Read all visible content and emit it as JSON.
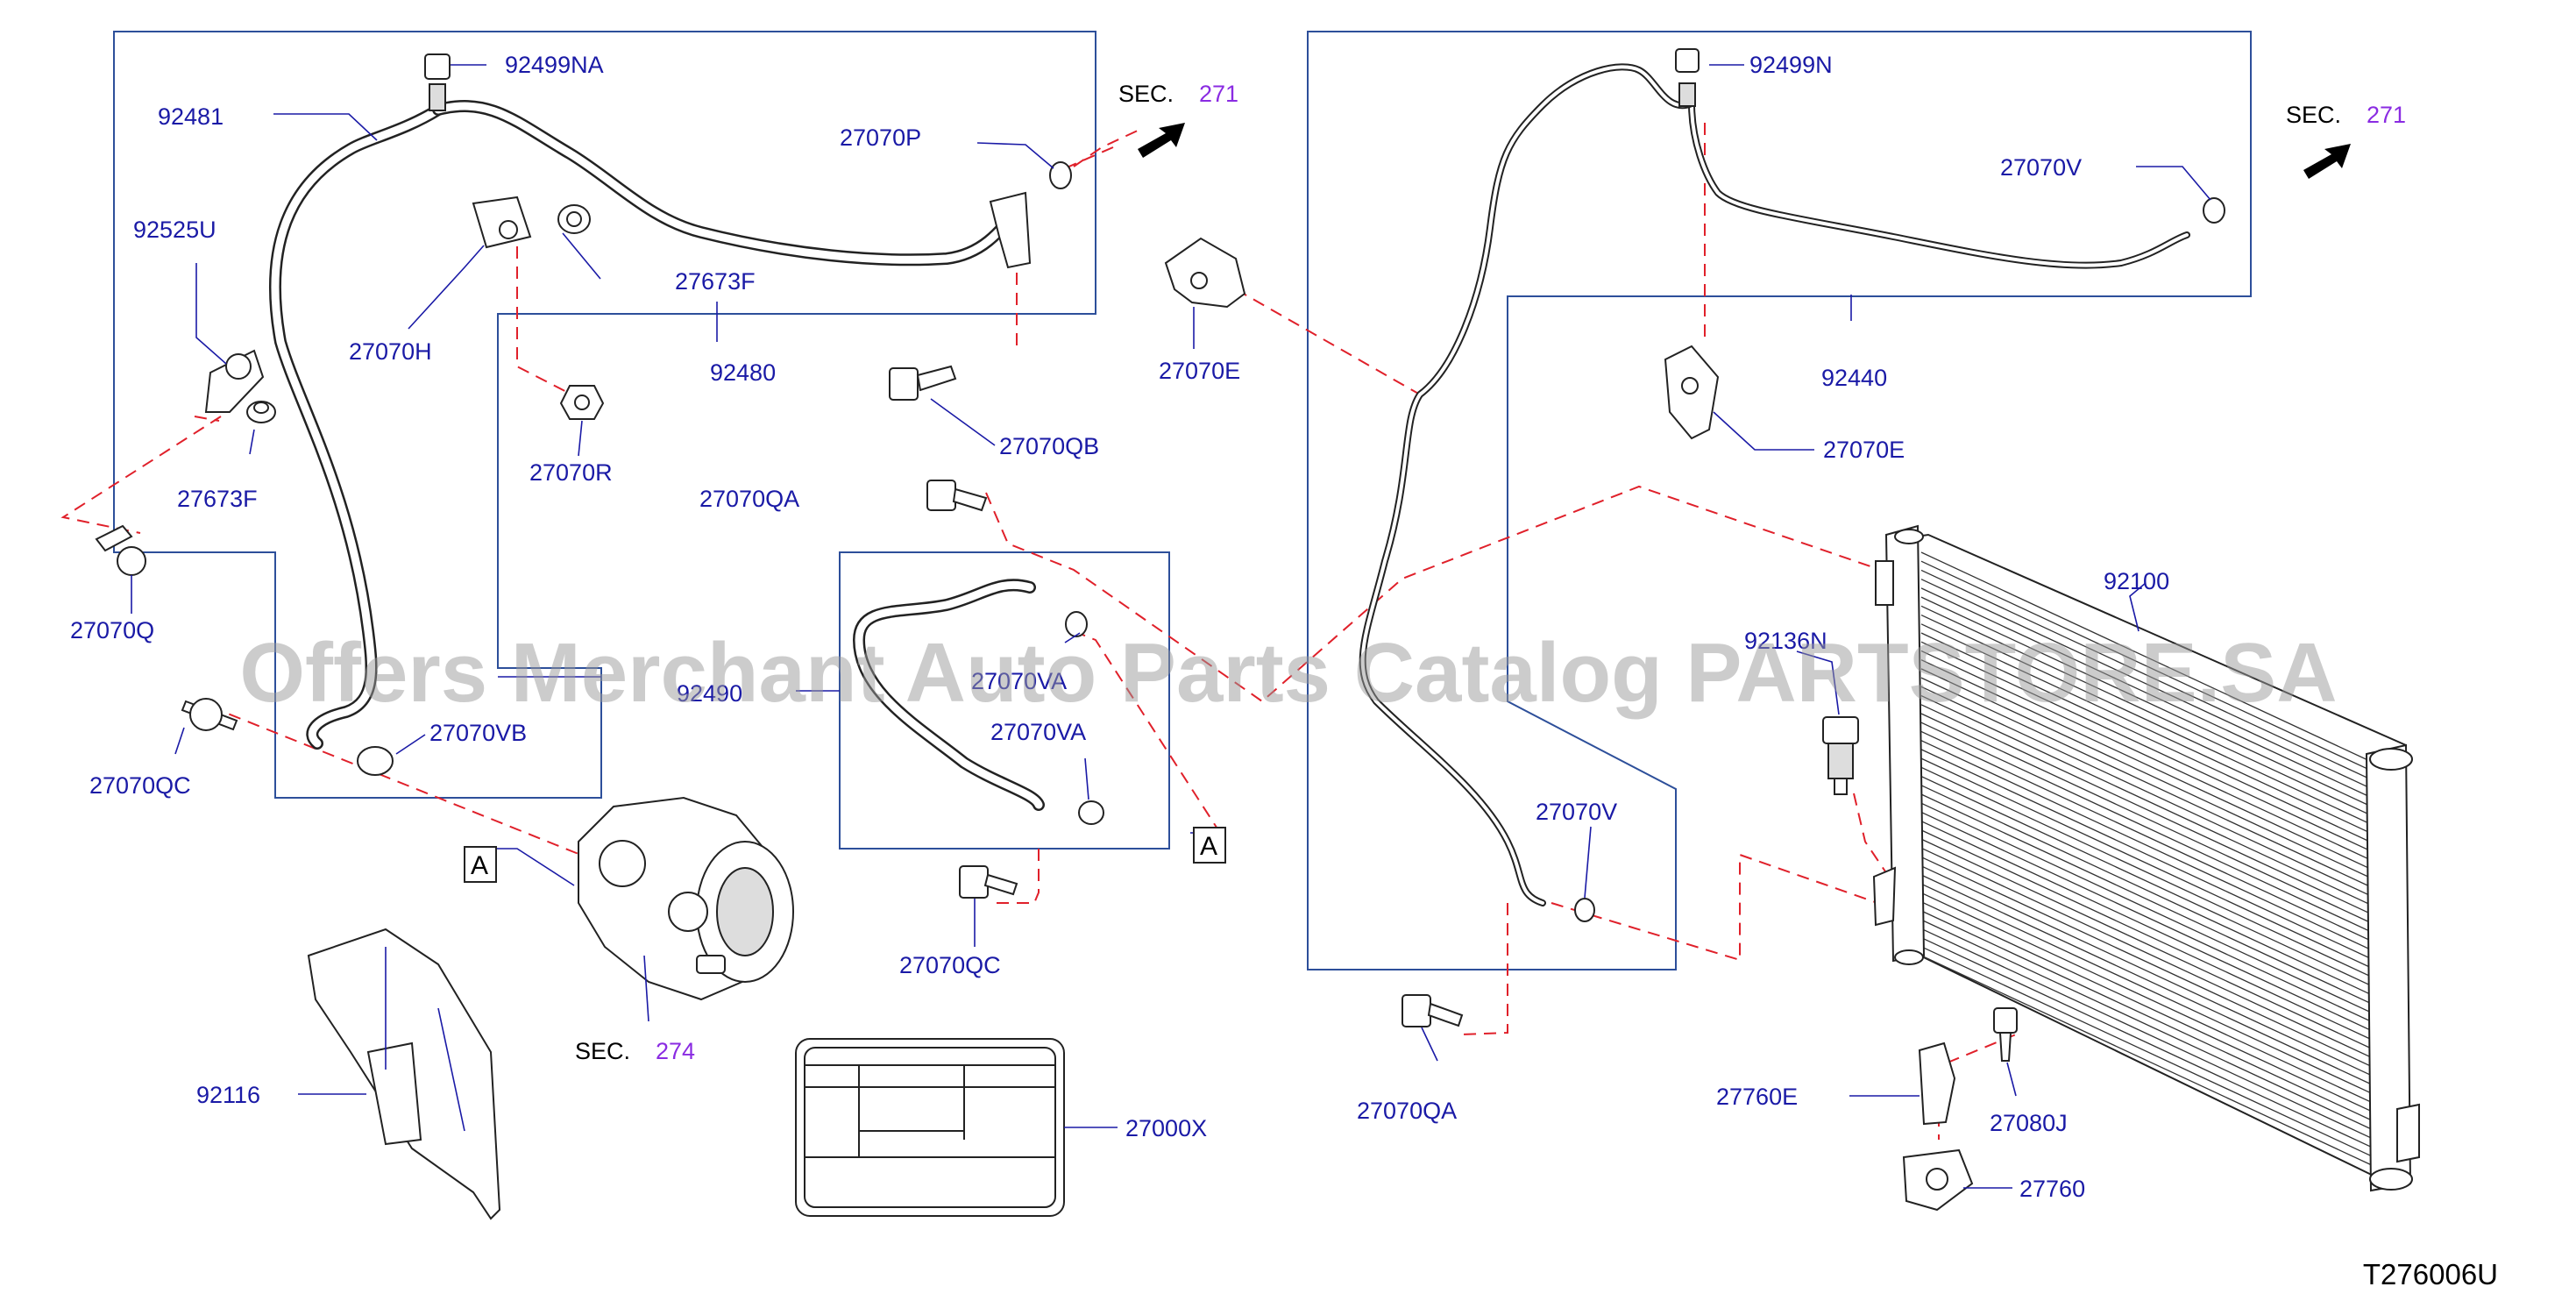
{
  "watermark": "Offers Merchant Auto Parts Catalog PARTSTORE.SA",
  "diagram_code": "T276006U",
  "ref_markers": [
    "A",
    "A"
  ],
  "sections": [
    {
      "prefix": "SEC.",
      "number": "271"
    },
    {
      "prefix": "SEC.",
      "number": "271"
    },
    {
      "prefix": "SEC.",
      "number": "274"
    }
  ],
  "part_labels": [
    "92499NA",
    "92481",
    "92525U",
    "27070P",
    "27673F",
    "27070H",
    "92480",
    "27070R",
    "27673F",
    "27070QB",
    "27070Q",
    "27070QA",
    "27070VB",
    "92490",
    "27070VA",
    "27070VA",
    "27070QC",
    "27070QC",
    "92116",
    "27000X",
    "92499N",
    "27070V",
    "27070E",
    "92440",
    "27070E",
    "92100",
    "92136N",
    "27070V",
    "27070QA",
    "27760E",
    "27080J",
    "27760"
  ],
  "colors": {
    "label": "#1a1aa6",
    "section_number": "#8a2be2",
    "frame": "#2d4f9a",
    "dashed_leader": "#e0202a"
  }
}
